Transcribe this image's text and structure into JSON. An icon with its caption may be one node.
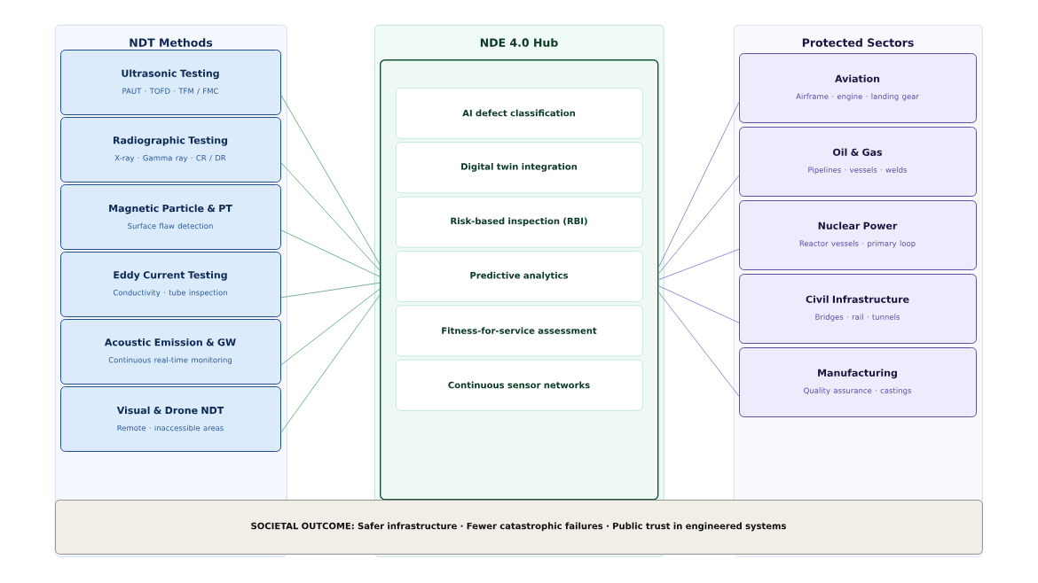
{
  "diagram": {
    "nodes": [
      {
        "text": [
          "NDT Methods"
        ]
      },
      {
        "text": [
          "Ultrasonic Testing",
          "PAUT · TOFD · TFM / FMC"
        ],
        "in": 0
      },
      {
        "text": [
          "Radiographic Testing",
          "X-ray · Gamma ray · CR / DR"
        ],
        "in": 0
      },
      {
        "text": [
          "Magnetic Particle & PT",
          "Surface flaw detection"
        ],
        "in": 0
      },
      {
        "text": [
          "Eddy Current Testing",
          "Conductivity · tube inspection"
        ],
        "in": 0
      },
      {
        "text": [
          "Acoustic Emission & GW",
          "Continuous real-time monitoring"
        ],
        "in": 0
      },
      {
        "text": [
          "Visual & Drone NDT",
          "Remote · inaccessible areas"
        ],
        "in": 0
      },
      {
        "text": [
          "NDE 4.0 Hub"
        ]
      },
      {
        "text": [],
        "shape": "box",
        "in": 7
      },
      {
        "text": [
          "AI defect classification"
        ],
        "in": 8
      },
      {
        "text": [
          "Digital twin integration"
        ],
        "in": 8
      },
      {
        "text": [
          "Risk-based inspection (RBI)"
        ],
        "in": 8
      },
      {
        "text": [
          "Predictive analytics"
        ],
        "in": 8
      },
      {
        "text": [
          "Fitness-for-service assessment"
        ],
        "in": 8
      },
      {
        "text": [
          "Continuous sensor networks"
        ],
        "in": 8
      },
      {
        "text": [
          "Protected Sectors"
        ]
      },
      {
        "text": [
          "Aviation",
          "Airframe · engine · landing gear"
        ],
        "in": 15
      },
      {
        "text": [
          "Oil & Gas",
          "Pipelines · vessels · welds"
        ],
        "in": 15
      },
      {
        "text": [
          "Nuclear Power",
          "Reactor vessels · primary loop"
        ],
        "in": 15
      },
      {
        "text": [
          "Civil Infrastructure",
          "Bridges · rail · tunnels"
        ],
        "in": 15
      },
      {
        "text": [
          "Manufacturing",
          "Quality assurance · castings"
        ],
        "in": 15
      },
      {
        "text": [
          "SOCIETAL OUTCOME:  Safer infrastructure  ·  Fewer catastrophic failures  ·  Public trust in engineered systems"
        ]
      }
    ],
    "edges": [
      {
        "from": 1,
        "to": 8,
        "arrow": "none"
      },
      {
        "from": 2,
        "to": 8,
        "arrow": "none"
      },
      {
        "from": 3,
        "to": 8,
        "arrow": "none"
      },
      {
        "from": 4,
        "to": 8,
        "arrow": "none"
      },
      {
        "from": 5,
        "to": 8,
        "arrow": "none"
      },
      {
        "from": 6,
        "to": 8,
        "arrow": "none"
      },
      {
        "from": 8,
        "to": 16,
        "arrow": "none",
        "color": "#8a84cc"
      },
      {
        "from": 8,
        "to": 17,
        "arrow": "none",
        "color": "#8a84cc"
      },
      {
        "from": 8,
        "to": 18,
        "arrow": "none",
        "color": "#8a84cc"
      },
      {
        "from": 8,
        "to": 19,
        "arrow": "none",
        "color": "#8a84cc"
      },
      {
        "from": 8,
        "to": 20,
        "arrow": "none",
        "color": "#8a84cc"
      }
    ]
  }
}
